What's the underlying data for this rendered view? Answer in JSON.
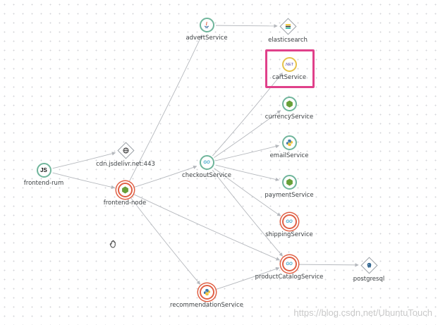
{
  "colors": {
    "healthy": "#6fb59b",
    "error": "#e06045",
    "warning": "#e6c24a",
    "edge": "#b5b8bd",
    "highlight": "#e0408a"
  },
  "nodes": [
    {
      "id": "frontend-rum",
      "label": "frontend-rum",
      "shape": "circle",
      "icon": "js-icon",
      "badge": "JS",
      "status": "healthy"
    },
    {
      "id": "cdn",
      "label": "cdn.jsdelivr.net:443",
      "shape": "diamond",
      "icon": "globe-icon",
      "status": "neutral"
    },
    {
      "id": "frontend-node",
      "label": "frontend-node",
      "shape": "circle",
      "icon": "nodejs-icon",
      "status": "error"
    },
    {
      "id": "advertService",
      "label": "advertService",
      "shape": "circle",
      "icon": "java-icon",
      "status": "healthy"
    },
    {
      "id": "elasticsearch",
      "label": "elasticsearch",
      "shape": "diamond",
      "icon": "elasticsearch-icon",
      "status": "neutral"
    },
    {
      "id": "cartService",
      "label": "cartService",
      "shape": "circle",
      "icon": "dotnet-icon",
      "badge": ".NET",
      "status": "warning"
    },
    {
      "id": "currencyService",
      "label": "currencyService",
      "shape": "circle",
      "icon": "nodejs-icon",
      "status": "healthy"
    },
    {
      "id": "emailService",
      "label": "emailService",
      "shape": "circle",
      "icon": "python-icon",
      "status": "healthy"
    },
    {
      "id": "paymentService",
      "label": "paymentService",
      "shape": "circle",
      "icon": "nodejs-icon",
      "status": "healthy"
    },
    {
      "id": "checkoutService",
      "label": "checkoutService",
      "shape": "circle",
      "icon": "go-icon",
      "badge": "GO",
      "status": "healthy"
    },
    {
      "id": "shippingService",
      "label": "shippingService",
      "shape": "circle",
      "icon": "go-icon",
      "badge": "GO",
      "status": "error"
    },
    {
      "id": "productCatalogService",
      "label": "productCatalogService",
      "shape": "circle",
      "icon": "go-icon",
      "badge": "GO",
      "status": "error"
    },
    {
      "id": "postgresql",
      "label": "postgresql",
      "shape": "diamond",
      "icon": "postgresql-icon",
      "status": "neutral"
    },
    {
      "id": "recommendationService",
      "label": "recommendationService",
      "shape": "circle",
      "icon": "python-icon",
      "status": "error"
    }
  ],
  "edges": [
    {
      "from": "frontend-rum",
      "to": "cdn"
    },
    {
      "from": "frontend-rum",
      "to": "frontend-node"
    },
    {
      "from": "frontend-node",
      "to": "advertService"
    },
    {
      "from": "frontend-node",
      "to": "checkoutService"
    },
    {
      "from": "frontend-node",
      "to": "productCatalogService"
    },
    {
      "from": "frontend-node",
      "to": "recommendationService"
    },
    {
      "from": "advertService",
      "to": "elasticsearch"
    },
    {
      "from": "checkoutService",
      "to": "cartService"
    },
    {
      "from": "checkoutService",
      "to": "currencyService"
    },
    {
      "from": "checkoutService",
      "to": "emailService"
    },
    {
      "from": "checkoutService",
      "to": "paymentService"
    },
    {
      "from": "checkoutService",
      "to": "shippingService"
    },
    {
      "from": "checkoutService",
      "to": "productCatalogService"
    },
    {
      "from": "recommendationService",
      "to": "productCatalogService"
    },
    {
      "from": "productCatalogService",
      "to": "postgresql"
    }
  ],
  "highlighted_node": "cartService",
  "cursor_icon": "hand-grab-icon",
  "watermark": "https://blog.csdn.net/UbuntuTouch"
}
